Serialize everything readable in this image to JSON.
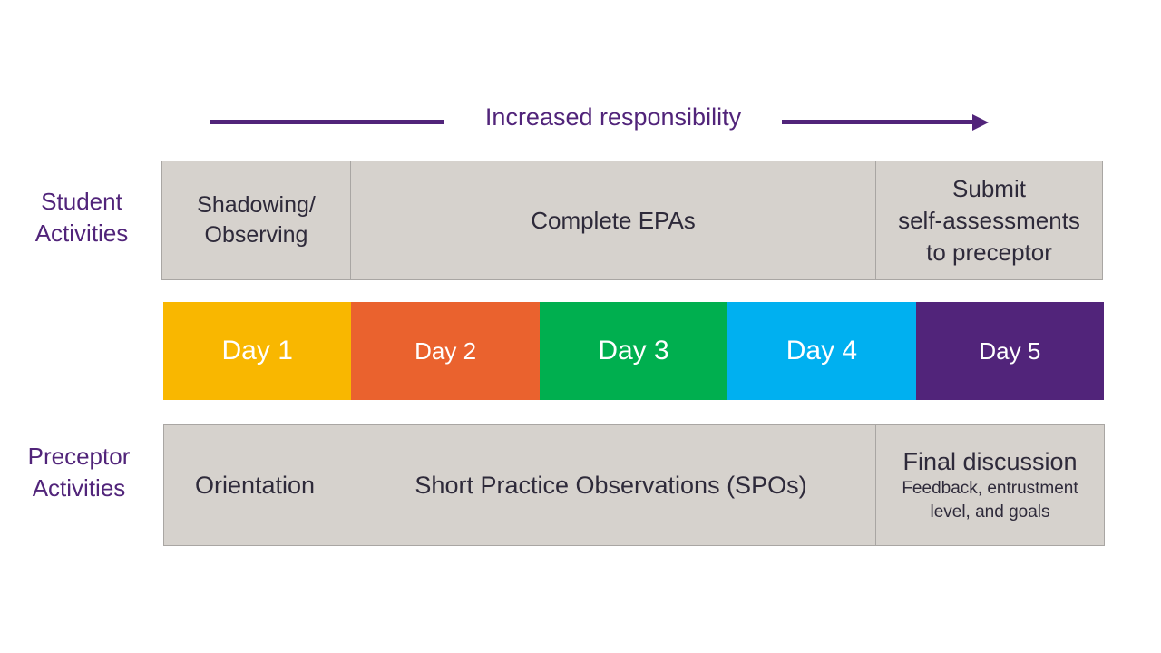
{
  "header": {
    "responsibility_label": "Increased responsibility",
    "accent_color": "#51247a"
  },
  "student": {
    "label_line1": "Student",
    "label_line2": "Activities",
    "cells": [
      {
        "line1": "Shadowing/",
        "line2": "Observing"
      },
      {
        "text": "Complete EPAs"
      },
      {
        "line1": "Submit",
        "line2": "self-assessments",
        "line3": "to preceptor"
      }
    ]
  },
  "days": [
    {
      "label": "Day 1",
      "color": "#f9b700"
    },
    {
      "label": "Day 2",
      "color": "#ea622e"
    },
    {
      "label": "Day 3",
      "color": "#00af4f"
    },
    {
      "label": "Day 4",
      "color": "#00b0f0"
    },
    {
      "label": "Day 5",
      "color": "#51247a"
    }
  ],
  "preceptor": {
    "label_line1": "Preceptor",
    "label_line2": "Activities",
    "cells": [
      {
        "text": "Orientation"
      },
      {
        "text": "Short Practice Observations (SPOs)"
      },
      {
        "title": "Final discussion",
        "sub_line1": "Feedback, entrustment",
        "sub_line2": "level, and goals"
      }
    ]
  }
}
